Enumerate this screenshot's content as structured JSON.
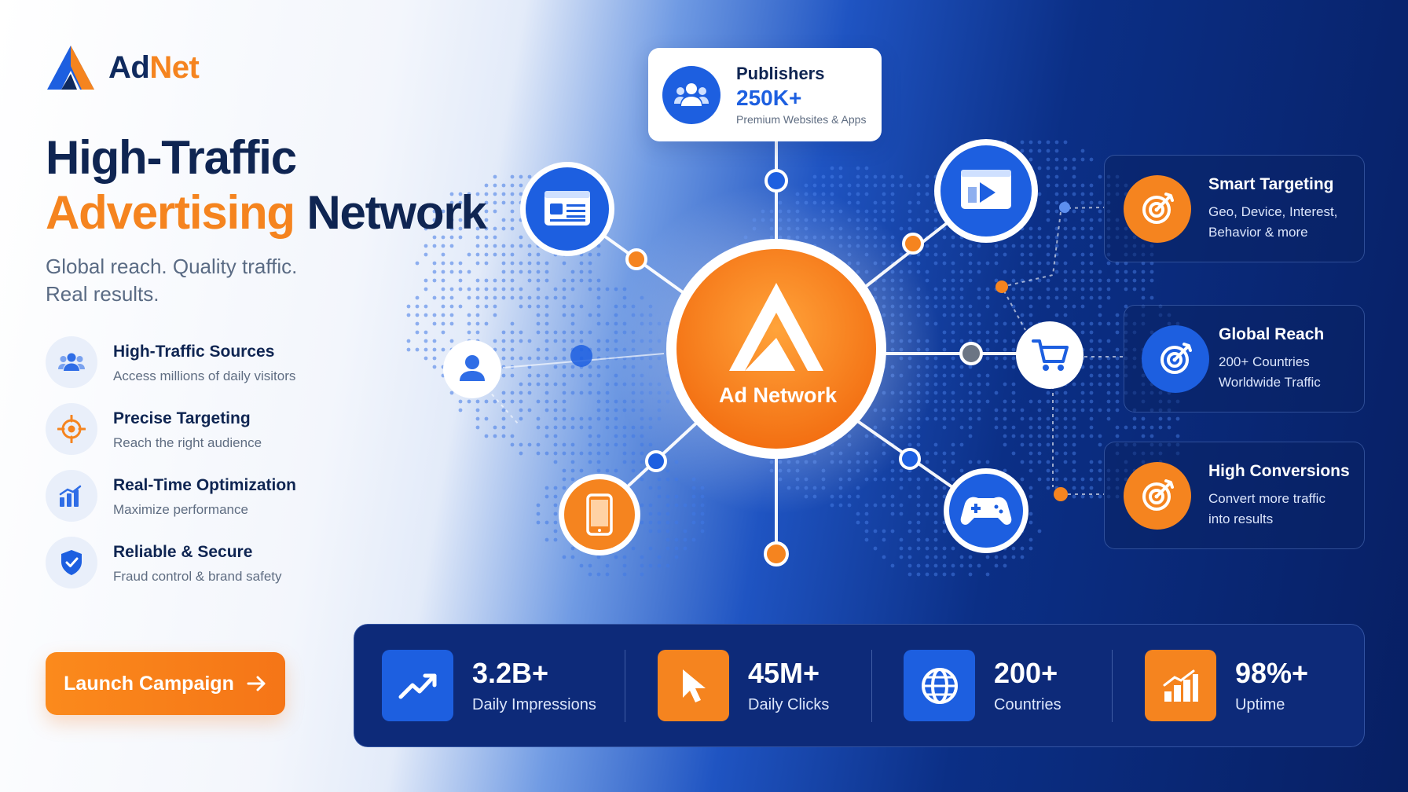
{
  "brand": {
    "name_part1": "Ad",
    "name_part2": "Net"
  },
  "headline": {
    "line1": "High-Traffic",
    "line2_highlight": "Advertising",
    "line2_rest": " Network"
  },
  "tagline": {
    "line1": "Global reach. Quality traffic.",
    "line2": "Real results."
  },
  "features": [
    {
      "icon": "users-icon",
      "title": "High-Traffic Sources",
      "desc": "Access millions of daily visitors"
    },
    {
      "icon": "crosshair-icon",
      "title": "Precise Targeting",
      "desc": "Reach the right audience"
    },
    {
      "icon": "bar-chart-icon",
      "title": "Real-Time Optimization",
      "desc": "Maximize performance"
    },
    {
      "icon": "shield-check-icon",
      "title": "Reliable & Secure",
      "desc": "Fraud control & brand safety"
    }
  ],
  "cta": {
    "label": "Launch Campaign",
    "icon": "arrow-right-icon"
  },
  "publishers": {
    "title": "Publishers",
    "value": "250K+",
    "subtitle": "Premium Websites & Apps"
  },
  "hub": {
    "label": "Ad Network"
  },
  "right_cards": [
    {
      "icon": "target-icon",
      "title": "Smart Targeting",
      "desc1": "Geo, Device, Interest,",
      "desc2": "Behavior & more"
    },
    {
      "icon": "target-icon",
      "title": "Global Reach",
      "desc1": "200+ Countries",
      "desc2": "Worldwide Traffic"
    },
    {
      "icon": "target-icon",
      "title": "High Conversions",
      "desc1": "Convert more traffic",
      "desc2": "into results"
    }
  ],
  "stats": [
    {
      "icon": "trend-up-icon",
      "value": "3.2B+",
      "label": "Daily Impressions"
    },
    {
      "icon": "cursor-icon",
      "value": "45M+",
      "label": "Daily Clicks"
    },
    {
      "icon": "globe-icon",
      "value": "200+",
      "label": "Countries"
    },
    {
      "icon": "bar-chart-icon",
      "value": "98%+",
      "label": "Uptime"
    }
  ],
  "colors": {
    "orange": "#F5841F",
    "blue": "#1D5FE0",
    "navy": "#0F2552",
    "deep_blue": "#0D2A79"
  }
}
